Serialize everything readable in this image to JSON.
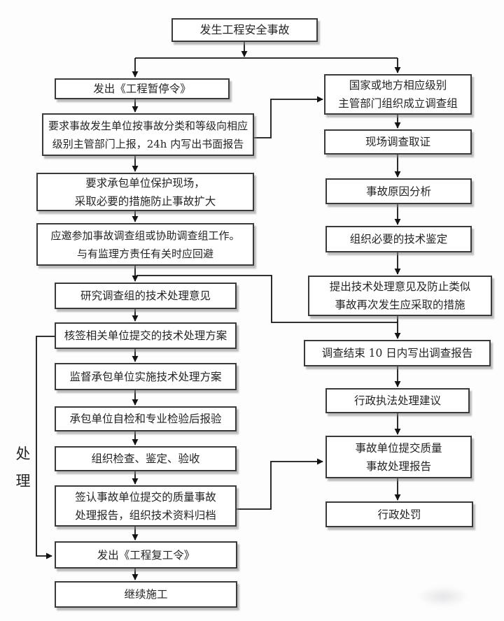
{
  "flowchart": {
    "start_node": {
      "label": "发生工程安全事故"
    },
    "left_branch": [
      {
        "label": "发出《工程暂停令》"
      },
      {
        "label": "要求事故发生单位按事故分类和等级向相应\n级别主管部门上报，24h 内写出书面报告"
      },
      {
        "label": "要求承包单位保护现场，\n采取必要的措施防止事故扩大"
      },
      {
        "label": "应邀参加事故调查组或协助调查组工作。\n与有监理方责任有关时应回避"
      },
      {
        "label": "研究调查组的技术处理意见"
      },
      {
        "label": "核签相关单位提交的技术处理方案"
      },
      {
        "label": "监督承包单位实施技术处理方案"
      },
      {
        "label": "承包单位自检和专业检验后报验"
      },
      {
        "label": "组织检查、鉴定、验收"
      },
      {
        "label": "签认事故单位提交的质量事故\n处理报告，组织技术资料归档"
      },
      {
        "label": "发出《工程复工令》"
      },
      {
        "label": "继续施工"
      }
    ],
    "right_branch": [
      {
        "label": "国家或地方相应级别\n主管部门组织成立调查组"
      },
      {
        "label": "现场调查取证"
      },
      {
        "label": "事故原因分析"
      },
      {
        "label": "组织必要的技术鉴定"
      },
      {
        "label": "提出技术处理意见及防止类似\n事故再次发生应采取的措施"
      },
      {
        "label": "调查结束 10 日内写出调查报告"
      },
      {
        "label": "行政执法处理建议"
      },
      {
        "label": "事故单位提交质量\n事故处理报告"
      },
      {
        "label": "行政处罚"
      }
    ],
    "side_label": "处\n理"
  },
  "colors": {
    "background": "#fdfdfd",
    "box_bg": "#ffffff",
    "box_border": "#3a3a3a",
    "box_shadow": "rgba(135,135,135,0.55)",
    "line": "#141414",
    "text": "#242424"
  }
}
